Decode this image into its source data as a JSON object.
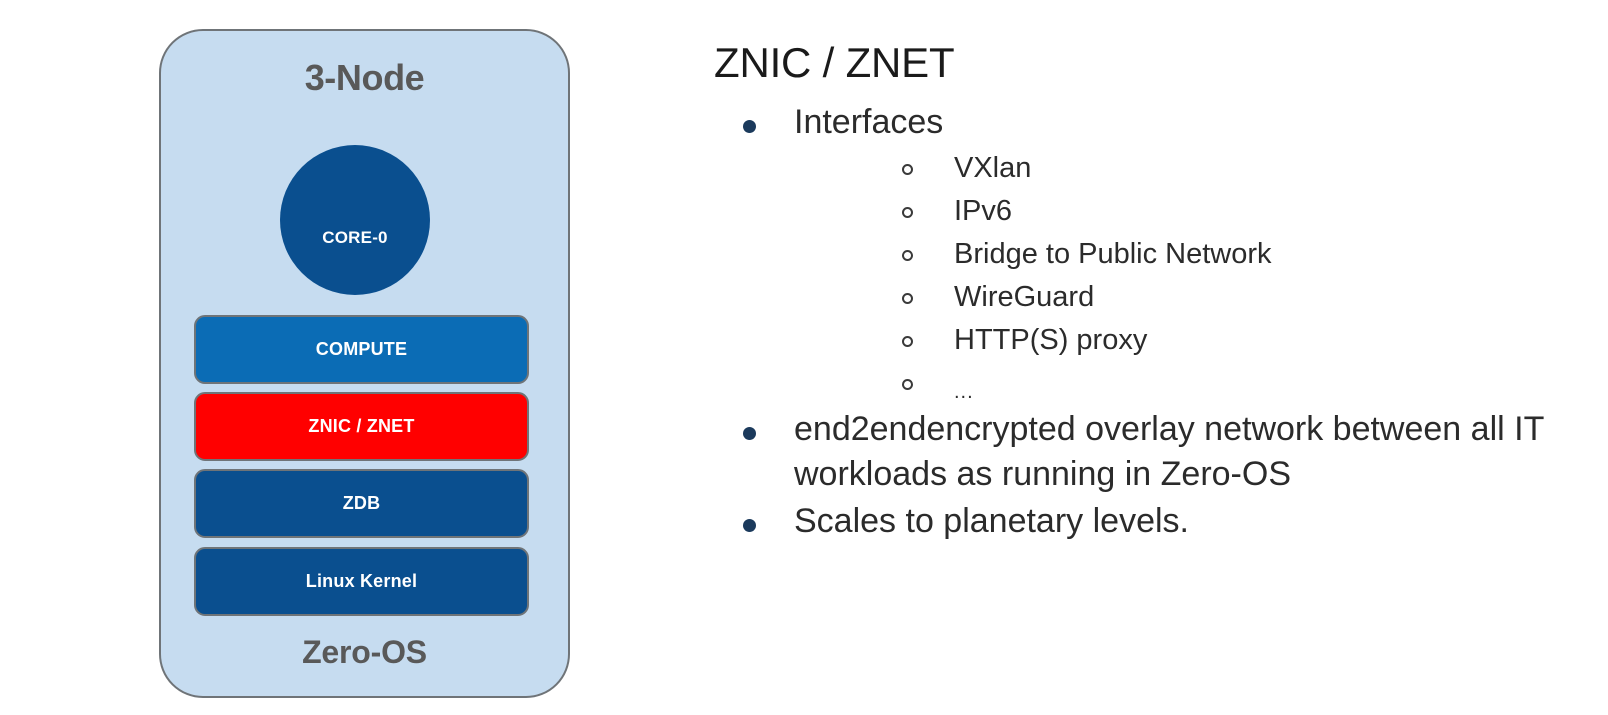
{
  "diagram": {
    "title": "3-Node",
    "footer": "Zero-OS",
    "core": {
      "label": "CORE-0",
      "color": "#0a4f8f"
    },
    "panel": {
      "background": "#c6dcf0",
      "border_color": "#6f7478"
    },
    "layers": [
      {
        "label": "COMPUTE",
        "color": "#0b6cb5",
        "highlight": false
      },
      {
        "label": "ZNIC / ZNET",
        "color": "#ff0000",
        "highlight": true
      },
      {
        "label": "ZDB",
        "color": "#0a4f8f",
        "highlight": false
      },
      {
        "label": "Linux Kernel",
        "color": "#0a4f8f",
        "highlight": false
      }
    ]
  },
  "content": {
    "title": "ZNIC / ZNET",
    "bullet_color": "#1b3a5c",
    "bullets": [
      {
        "text": "Interfaces",
        "children": [
          {
            "text": "VXlan"
          },
          {
            "text": "IPv6"
          },
          {
            "text": "Bridge to Public Network"
          },
          {
            "text": "WireGuard"
          },
          {
            "text": "HTTP(S) proxy"
          },
          {
            "text": "..."
          }
        ]
      },
      {
        "text": "end2endencrypted overlay network between all IT workloads as running in Zero-OS",
        "children": []
      },
      {
        "text": "Scales to planetary levels.",
        "children": []
      }
    ]
  }
}
